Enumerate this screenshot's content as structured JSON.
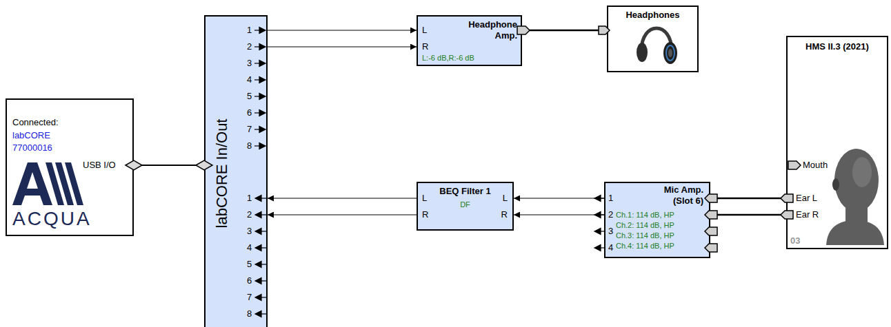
{
  "diagram": {
    "nodes": [
      {
        "text": [
          "Connected:",
          "labCORE 77000016",
          "USB I/O",
          "ACQUA"
        ]
      },
      {
        "text": [
          "labCORE In/Out"
        ]
      },
      {
        "text": [
          "Headphone Amp.",
          "L:-6 dB,R:-6 dB"
        ]
      },
      {
        "text": [
          "Headphones"
        ]
      },
      {
        "text": [
          "BEQ Filter 1",
          "DF"
        ]
      },
      {
        "text": [
          "Mic Amp. (Slot 6)",
          "Ch.1: 114 dB, HP",
          "Ch.2: 114 dB, HP",
          "Ch.3: 114 dB, HP",
          "Ch.4: 114 dB, HP"
        ]
      },
      {
        "text": [
          "HMS II.3 (2021)",
          "03"
        ]
      }
    ],
    "edges": [
      {
        "from": 0,
        "to": 1,
        "arrow": "none"
      },
      {
        "from": 1,
        "to": 2,
        "arrow": "to"
      },
      {
        "from": 1,
        "to": 2,
        "arrow": "to"
      },
      {
        "from": 2,
        "to": 3,
        "arrow": "none"
      },
      {
        "from": 5,
        "to": 4,
        "arrow": "to"
      },
      {
        "from": 5,
        "to": 4,
        "arrow": "to"
      },
      {
        "from": 4,
        "to": 1,
        "arrow": "to"
      },
      {
        "from": 4,
        "to": 1,
        "arrow": "to"
      },
      {
        "from": 6,
        "to": 5,
        "arrow": "none"
      },
      {
        "from": 6,
        "to": 5,
        "arrow": "none"
      }
    ],
    "labels": [
      "1",
      "2",
      "3",
      "4",
      "5",
      "6",
      "7",
      "8",
      "1",
      "2",
      "3",
      "4",
      "5",
      "6",
      "7",
      "8",
      "L",
      "R",
      "L",
      "R",
      "L",
      "R",
      "1",
      "2",
      "3",
      "4",
      "Mouth",
      "Ear L",
      "Ear R"
    ]
  }
}
